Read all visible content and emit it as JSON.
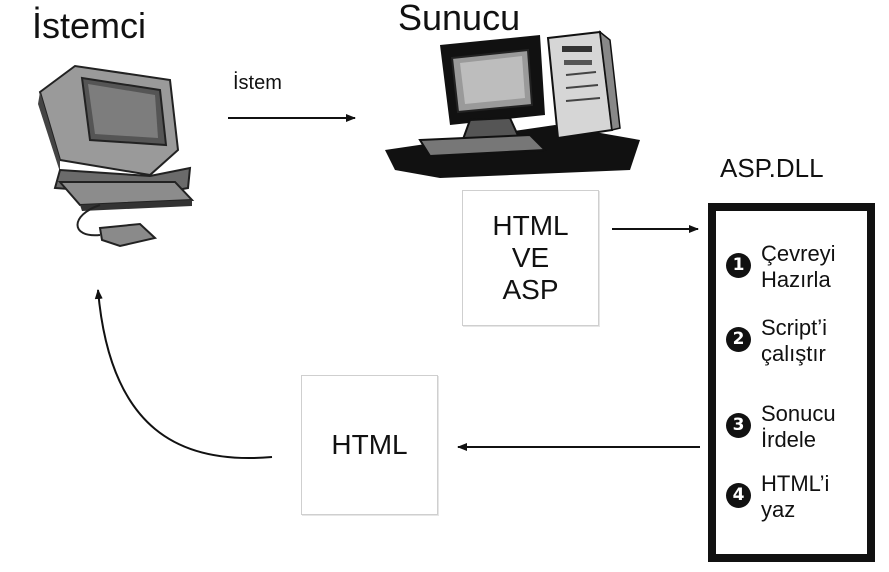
{
  "client": {
    "title": "İstemci"
  },
  "server": {
    "title": "Sunucu"
  },
  "request": {
    "label": "İstem"
  },
  "input_box": {
    "lines": [
      "HTML",
      "VE",
      "ASP"
    ]
  },
  "dll": {
    "title": "ASP.DLL",
    "steps": [
      {
        "number": "1",
        "lines": [
          "Çevreyi",
          "Hazırla"
        ]
      },
      {
        "number": "2",
        "lines": [
          "Script’i",
          "çalıştır"
        ]
      },
      {
        "number": "3",
        "lines": [
          "Sonucu",
          "İrdele"
        ]
      },
      {
        "number": "4",
        "lines": [
          "HTML’i",
          "yaz"
        ]
      }
    ]
  },
  "output_box": {
    "label": "HTML"
  },
  "icons": {
    "client": "desktop-computer-icon",
    "server": "server-computer-icon"
  }
}
